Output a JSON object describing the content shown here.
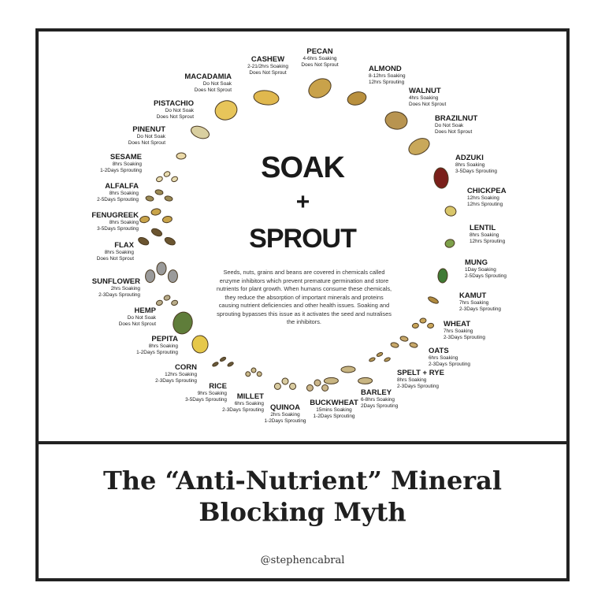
{
  "center": {
    "line1": "SOAK",
    "line2": "+",
    "line3": "SPROUT"
  },
  "description": "Seeds, nuts, grains and beans are covered in chemicals called enzyme inhibitors which prevent premature germination and store nutrients for plant growth. When humans consume these chemicals, they reduce the absorption of important minerals and proteins causing nutrient deficiencies and other health issues. Soaking and sprouting bypasses this issue as it activates the seed and nutralises the inhibitors.",
  "title": {
    "line1": "The “Anti-Nutrient” Mineral",
    "line2": "Blocking Myth"
  },
  "handle": "@stephencabral",
  "items": [
    {
      "name": "PECAN",
      "lines": [
        "4-6hrs Soaking",
        "Does Not Sprout"
      ],
      "color": "#c9a24a",
      "icon": "pecan-icon"
    },
    {
      "name": "CASHEW",
      "lines": [
        "2-21/2hrs Soaking",
        "Does Not Sprout"
      ],
      "color": "#e0b84e",
      "icon": "cashew-icon"
    },
    {
      "name": "MACADAMIA",
      "lines": [
        "Do Not Soak",
        "Does Not Sprout"
      ],
      "color": "#e7c55a",
      "icon": "macadamia-icon"
    },
    {
      "name": "PISTACHIO",
      "lines": [
        "Do Not Soak",
        "Does Not Sprout"
      ],
      "color": "#d9cfa0",
      "icon": "pistachio-icon"
    },
    {
      "name": "PINENUT",
      "lines": [
        "Do Not Soak",
        "Does Not Sprout"
      ],
      "color": "#ead9a8",
      "icon": "pinenut-icon"
    },
    {
      "name": "SESAME",
      "lines": [
        "8hrs Soaking",
        "1-2Days Sprouting"
      ],
      "color": "#e8dcb0",
      "icon": "sesame-icon"
    },
    {
      "name": "ALFALFA",
      "lines": [
        "8hrs Soaking",
        "2-5Days Sprouting"
      ],
      "color": "#9b8a55",
      "icon": "alfalfa-icon"
    },
    {
      "name": "FENUGREEK",
      "lines": [
        "8hrs Soaking",
        "3-5Days Sprouting"
      ],
      "color": "#c9a44a",
      "icon": "fenugreek-icon"
    },
    {
      "name": "FLAX",
      "lines": [
        "8hrs Soaking",
        "Does Not Sprout"
      ],
      "color": "#6b5530",
      "icon": "flax-icon"
    },
    {
      "name": "SUNFLOWER",
      "lines": [
        "2hrs Soaking",
        "2-3Days Sprouting"
      ],
      "color": "#9a9a9a",
      "icon": "sunflower-icon"
    },
    {
      "name": "HEMP",
      "lines": [
        "Do Not Soak",
        "Does Not Sprout"
      ],
      "color": "#b9ad8a",
      "icon": "hemp-icon"
    },
    {
      "name": "PEPITA",
      "lines": [
        "8hrs Soaking",
        "1-2Days Sprouting"
      ],
      "color": "#5f7d3a",
      "icon": "pepita-icon"
    },
    {
      "name": "CORN",
      "lines": [
        "12hrs Soaking",
        "2-3Days Sprouting"
      ],
      "color": "#e6c84a",
      "icon": "corn-icon"
    },
    {
      "name": "RICE",
      "lines": [
        "9hrs Soaking",
        "3-5Days Sprouting"
      ],
      "color": "#6a5a3a",
      "icon": "rice-icon"
    },
    {
      "name": "MILLET",
      "lines": [
        "6hrs Soaking",
        "2-3Days Sprouting"
      ],
      "color": "#c9b98a",
      "icon": "millet-icon"
    },
    {
      "name": "QUINOA",
      "lines": [
        "2hrs Soaking",
        "1-2Days Sprouting"
      ],
      "color": "#d8cba0",
      "icon": "quinoa-icon"
    },
    {
      "name": "BUCKWHEAT",
      "lines": [
        "15mins Soaking",
        "1-2Days Sprouting"
      ],
      "color": "#cbb68a",
      "icon": "buckwheat-icon"
    },
    {
      "name": "BARLEY",
      "lines": [
        "6-8hrs Soaking",
        "2Days Sprouting"
      ],
      "color": "#c8b582",
      "icon": "barley-icon"
    },
    {
      "name": "SPELT + RYE",
      "lines": [
        "8hrs Soaking",
        "2-3Days Sprouting"
      ],
      "color": "#b89a58",
      "icon": "spelt-rye-icon"
    },
    {
      "name": "OATS",
      "lines": [
        "6hrs Soaking",
        "2-3Days Sprouting"
      ],
      "color": "#c7a86a",
      "icon": "oats-icon"
    },
    {
      "name": "WHEAT",
      "lines": [
        "7hrs Soaking",
        "2-3Days Sprouting"
      ],
      "color": "#c9a55a",
      "icon": "wheat-icon"
    },
    {
      "name": "KAMUT",
      "lines": [
        "7hrs Soaking",
        "2-3Days Sprouting"
      ],
      "color": "#b08a3e",
      "icon": "kamut-icon"
    },
    {
      "name": "MUNG",
      "lines": [
        "1Day Soaking",
        "2-5Days Sprouting"
      ],
      "color": "#3f7a34",
      "icon": "mung-icon"
    },
    {
      "name": "LENTIL",
      "lines": [
        "8hrs Soaking",
        "12hrs Sprouting"
      ],
      "color": "#7da04a",
      "icon": "lentil-icon"
    },
    {
      "name": "CHICKPEA",
      "lines": [
        "12hrs Soaking",
        "12hrs Sprouting"
      ],
      "color": "#d9c66a",
      "icon": "chickpea-icon"
    },
    {
      "name": "ADZUKI",
      "lines": [
        "8hrs Soaking",
        "3-5Days Sprouting"
      ],
      "color": "#7a1f1a",
      "icon": "adzuki-icon"
    },
    {
      "name": "BRAZILNUT",
      "lines": [
        "Do Not Soak",
        "Does Not Sprout"
      ],
      "color": "#c9a85a",
      "icon": "brazilnut-icon"
    },
    {
      "name": "WALNUT",
      "lines": [
        "4hrs Soaking",
        "Does Not Sprout"
      ],
      "color": "#b89450",
      "icon": "walnut-icon"
    },
    {
      "name": "ALMOND",
      "lines": [
        "8-12hrs Soaking",
        "12hrs Sprouting"
      ],
      "color": "#b9903e",
      "icon": "almond-icon"
    }
  ]
}
